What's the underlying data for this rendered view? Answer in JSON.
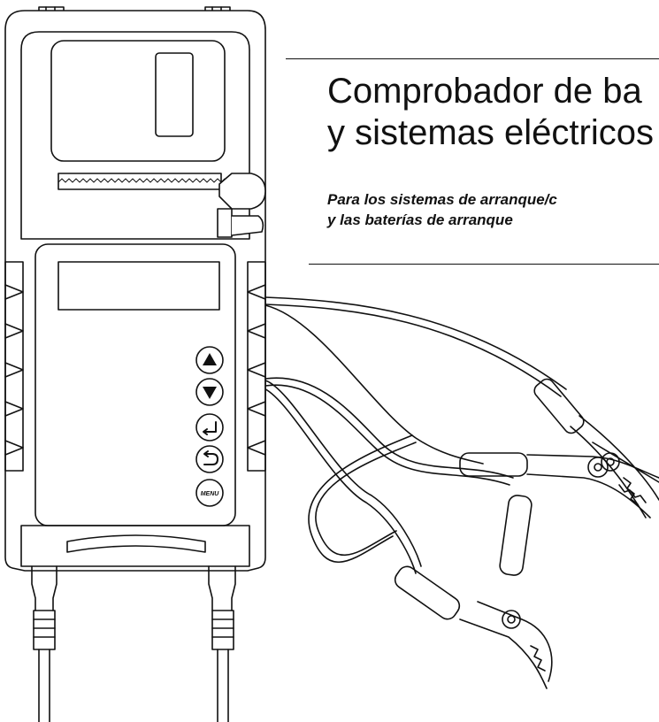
{
  "heading": {
    "title_line1": "Comprobador de ba",
    "title_line2": "y sistemas eléctricos",
    "subtitle_line1": "Para los sistemas de arranque/c",
    "subtitle_line2": "y las baterías de arranque"
  },
  "device": {
    "buttons": [
      {
        "icon": "arrow-up-icon"
      },
      {
        "icon": "arrow-down-icon"
      },
      {
        "icon": "enter-icon"
      },
      {
        "icon": "back-icon"
      },
      {
        "icon": "menu-icon",
        "label": "MENU"
      }
    ]
  }
}
